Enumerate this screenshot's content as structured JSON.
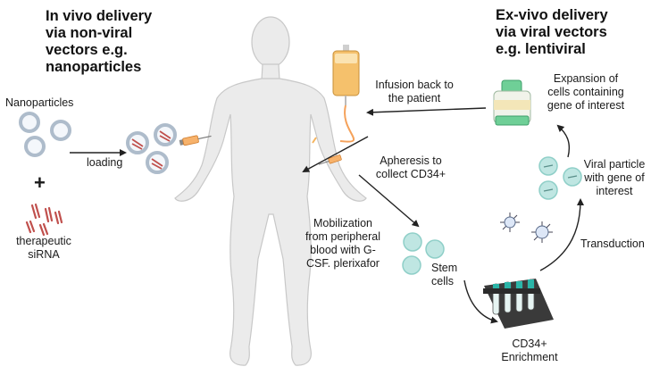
{
  "left_title": "In vivo delivery\nvia non-viral\nvectors e.g.\nnanoparticles",
  "right_title": "Ex-vivo delivery\nvia viral vectors\ne.g. lentiviral",
  "labels": {
    "nanoparticles": "Nanoparticles",
    "plus": "+",
    "therapeutic_sirna": "therapeutic\nsiRNA",
    "loading": "loading",
    "mobilization": "Mobilization\nfrom peripheral\nblood with G-\nCSF. plerixafor",
    "infusion": "Infusion back to\nthe patient",
    "apheresis": "Apheresis to\ncollect CD34+",
    "stem_cells": "Stem\ncells",
    "cd34_enrichment": "CD34+\nEnrichment",
    "expansion": "Expansion of\ncells containing\ngene of interest",
    "viral_particle": "Viral particle\nwith gene of\ninterest",
    "transduction": "Transduction"
  },
  "colors": {
    "body": "#ebebeb",
    "body_outline": "#c8c8c8",
    "cell_fill": "#bfe6e2",
    "cell_edge": "#8fcfc8",
    "nanoparticle_ring": "#aebccb",
    "sirna": "#c0504d",
    "iv_bag_fluid": "#f5c16c",
    "bioreactor": "#6fcf97",
    "rack": "#2b2b2b",
    "arrow": "#222222"
  }
}
